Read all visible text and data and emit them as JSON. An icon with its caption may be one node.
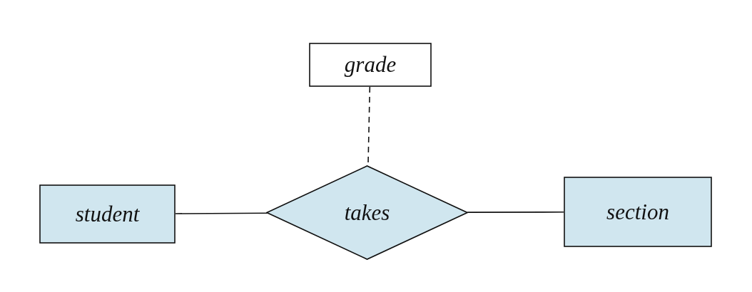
{
  "diagram": {
    "nodes": [
      {
        "text": [
          "grade"
        ]
      },
      {
        "text": [
          "student"
        ]
      },
      {
        "text": [
          "takes"
        ]
      },
      {
        "text": [
          "section"
        ]
      }
    ],
    "edges": [
      {
        "from": 1,
        "to": 2,
        "arrow": "none"
      },
      {
        "from": 2,
        "to": 3,
        "arrow": "none"
      },
      {
        "from": 0,
        "to": 2,
        "arrow": "none",
        "style": "dashed"
      }
    ]
  }
}
